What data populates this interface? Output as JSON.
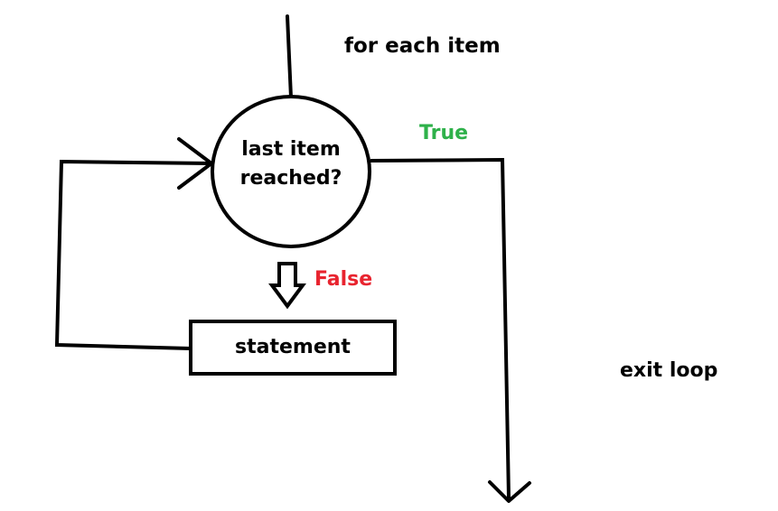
{
  "diagram": {
    "loop_label": "for each item",
    "decision": {
      "line1": "last item",
      "line2": "reached?"
    },
    "true_label": "True",
    "false_label": "False",
    "statement_label": "statement",
    "exit_label": "exit loop"
  },
  "colors": {
    "stroke": "#000000",
    "true": "#2eb14a",
    "false": "#e8242f"
  }
}
